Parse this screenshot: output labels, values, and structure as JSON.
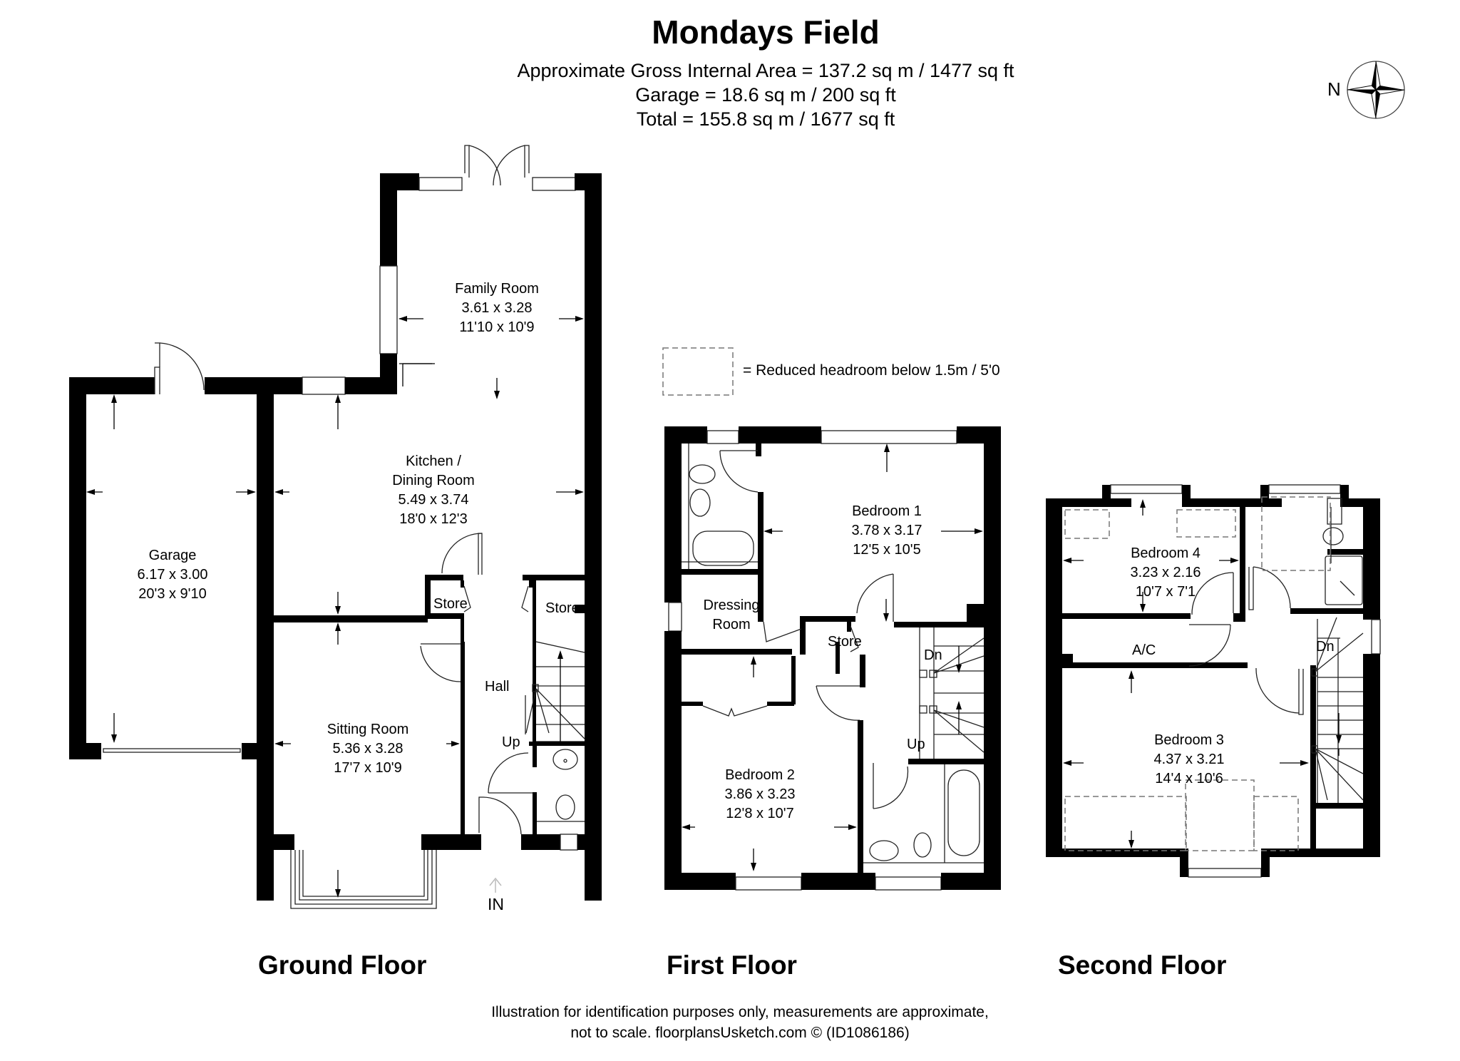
{
  "header": {
    "title": "Mondays Field",
    "area_lines": [
      "Approximate Gross Internal Area = 137.2 sq m / 1477 sq ft",
      "Garage = 18.6 sq m / 200 sq ft",
      "Total = 155.8 sq m / 1677 sq ft"
    ]
  },
  "compass": {
    "label": "N",
    "icon": "compass-rose-icon"
  },
  "legend": {
    "text": "= Reduced headroom below 1.5m / 5'0",
    "icon": "dashed-box-icon"
  },
  "floors": {
    "ground": {
      "label": "Ground Floor",
      "rooms": [
        {
          "name": "Family Room",
          "metric": "3.61 x 3.28",
          "imperial": "11'10 x 10'9"
        },
        {
          "name": "Kitchen /\nDining Room",
          "name_line1": "Kitchen /",
          "name_line2": "Dining Room",
          "metric": "5.49 x 3.74",
          "imperial": "18'0 x 12'3"
        },
        {
          "name": "Garage",
          "metric": "6.17 x 3.00",
          "imperial": "20'3 x 9'10"
        },
        {
          "name": "Sitting Room",
          "metric": "5.36 x 3.28",
          "imperial": "17'7 x 10'9"
        }
      ],
      "labels": {
        "store_left": "Store",
        "store_right": "Store",
        "hall": "Hall",
        "up": "Up",
        "entrance": "IN"
      }
    },
    "first": {
      "label": "First Floor",
      "rooms": [
        {
          "name": "Bedroom 1",
          "metric": "3.78 x 3.17",
          "imperial": "12'5 x 10'5"
        },
        {
          "name": "Bedroom 2",
          "metric": "3.86 x 3.23",
          "imperial": "12'8 x 10'7"
        }
      ],
      "labels": {
        "dressing_line1": "Dressing",
        "dressing_line2": "Room",
        "store": "Store",
        "dn": "Dn",
        "up": "Up"
      }
    },
    "second": {
      "label": "Second Floor",
      "rooms": [
        {
          "name": "Bedroom 4",
          "metric": "3.23 x 2.16",
          "imperial": "10'7 x 7'1"
        },
        {
          "name": "Bedroom 3",
          "metric": "4.37 x 3.21",
          "imperial": "14'4 x 10'6"
        }
      ],
      "labels": {
        "ac": "A/C",
        "dn": "Dn"
      }
    }
  },
  "footer": {
    "line1": "Illustration for identification purposes only, measurements are approximate,",
    "line2": "not to scale. floorplansUsketch.com © (ID1086186)"
  }
}
